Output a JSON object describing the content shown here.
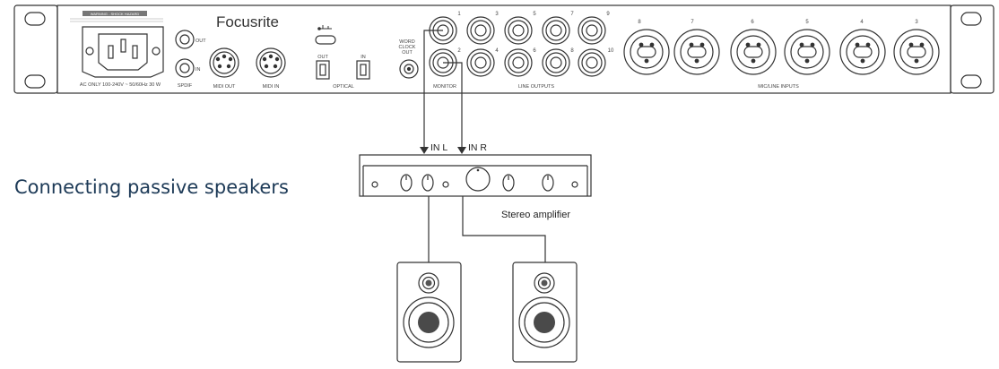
{
  "caption": "Connecting passive speakers",
  "interface": {
    "brand": "Focusrite",
    "power_label": "AC ONLY 100-240V ~ 50/60Hz 30 W",
    "warning_label": "WARNING - SHOCK HAZARD",
    "out_label": "OUT",
    "in_label": "IN",
    "spdif_label": "SPDIF",
    "midi_out_label": "MIDI OUT",
    "midi_in_label": "MIDI IN",
    "optical_out_label": "OUT",
    "optical_in_label": "IN",
    "optical_label": "OPTICAL",
    "wordclock_line1": "WORD",
    "wordclock_line2": "CLOCK",
    "wordclock_line3": "OUT",
    "monitor_label": "MONITOR",
    "line_outputs_label": "LINE OUTPUTS",
    "mic_line_label": "MIC/LINE INPUTS",
    "jack_numbers_top": [
      "1",
      "3",
      "5",
      "7",
      "9"
    ],
    "jack_numbers_bottom": [
      "2",
      "4",
      "6",
      "8",
      "10"
    ],
    "xlr_numbers": [
      "8",
      "7",
      "6",
      "5",
      "4",
      "3"
    ]
  },
  "amplifier": {
    "label": "Stereo amplifier",
    "in_left": "IN L",
    "in_right": "IN R"
  }
}
